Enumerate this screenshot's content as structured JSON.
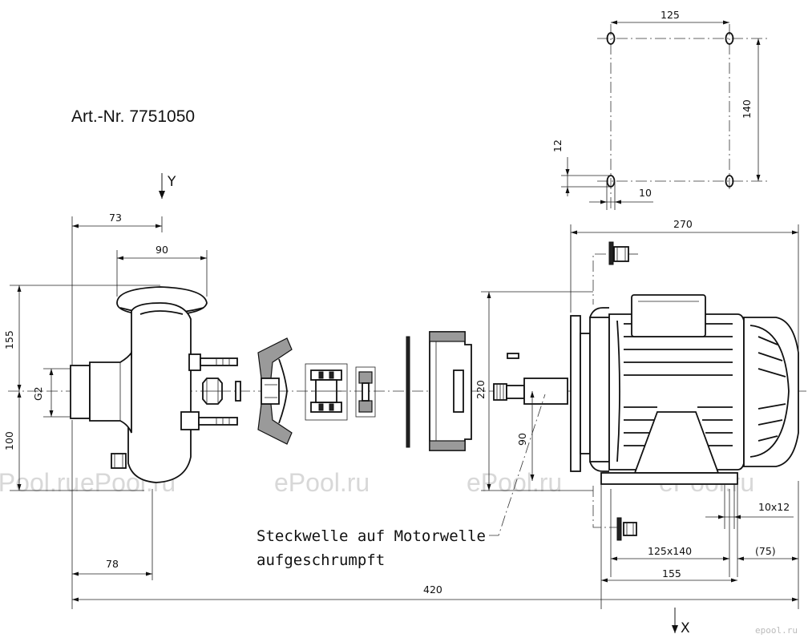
{
  "article_number": "Art.-Nr. 7751050",
  "axis_labels": {
    "y": "Y",
    "x": "X"
  },
  "annotation": {
    "line1": "Steckwelle auf Motorwelle",
    "line2": "aufgeschrumpft"
  },
  "dimensions": {
    "d125_top": "125",
    "d140": "140",
    "d12": "12",
    "d10": "10",
    "d73": "73",
    "d90_top": "90",
    "d270": "270",
    "d155_left": "155",
    "d100": "100",
    "g2": "G2",
    "d220": "220",
    "d90_vert": "90",
    "d10x12": "10x12",
    "d125x140": "125x140",
    "d75": "(75)",
    "d155_bottom": "155",
    "d78": "78",
    "d420": "420"
  },
  "watermark": {
    "text": "ePool.ru",
    "corner": "epool.ru"
  }
}
